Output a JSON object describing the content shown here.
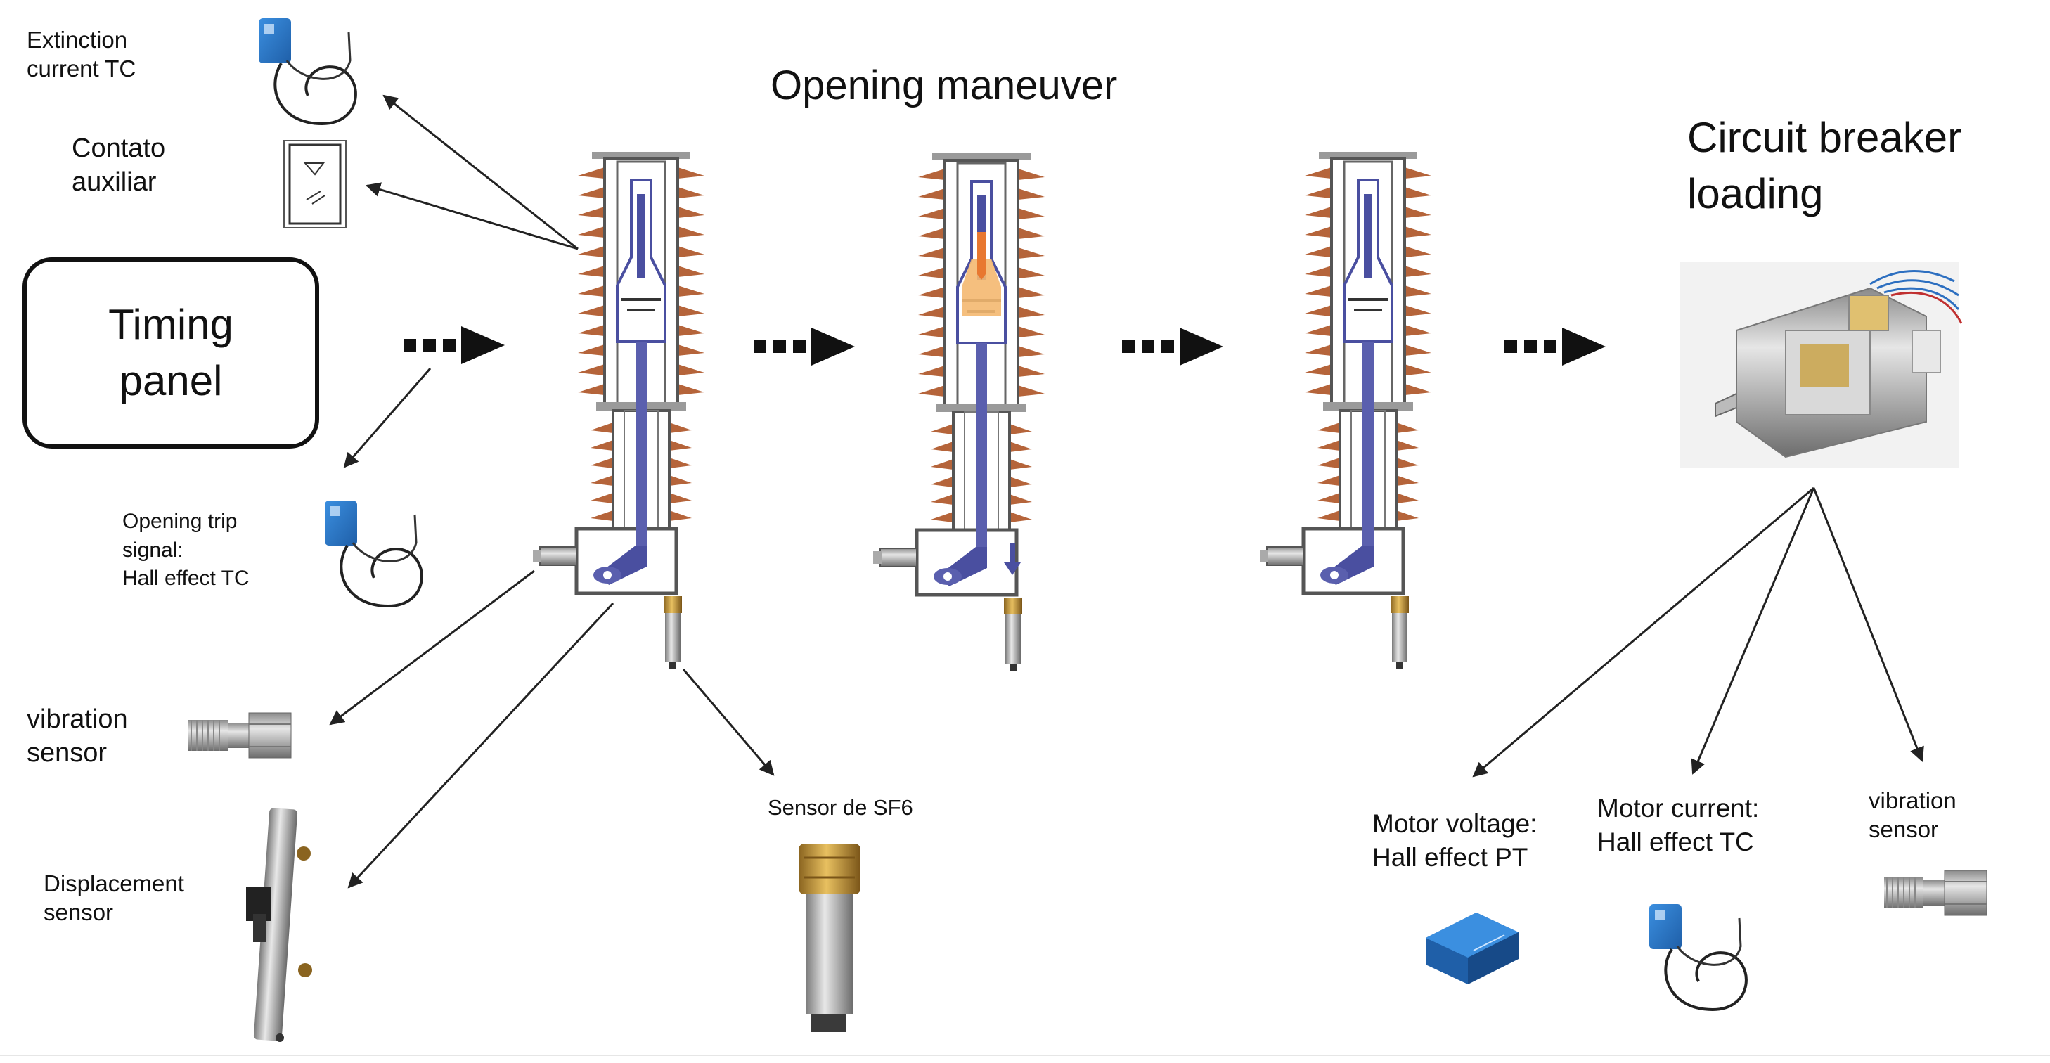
{
  "labels": {
    "extinction_tc": "Extinction\ncurrent TC",
    "contato_auxiliar": "Contato\nauxiliar",
    "timing_panel": "Timing\npanel",
    "opening_trip": "Opening trip\nsignal:\n Hall effect TC",
    "vibration_left": "vibration\nsensor",
    "displacement": "Displacement\nsensor",
    "opening_maneuver": "Opening maneuver",
    "sf6": "Sensor de SF6",
    "cb_loading": "Circuit breaker\nloading",
    "motor_voltage": "Motor voltage:\nHall effect PT",
    "motor_current": "Motor current:\nHall effect TC",
    "vibration_right": "vibration\nsensor"
  },
  "colors": {
    "insulator_fin": "#b5643a",
    "mechanism": "#4a4fa0",
    "arc": "#f0a050",
    "device_blue": "#2f7fd0",
    "brass": "#c9952e",
    "steel": "#b0b0b0"
  }
}
